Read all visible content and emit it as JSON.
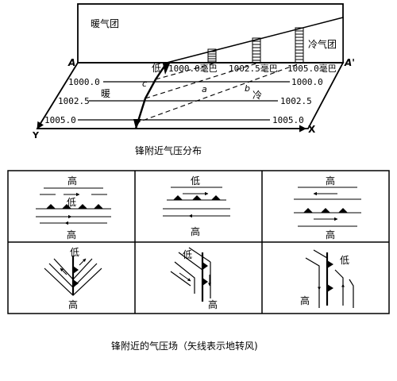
{
  "top_diagram": {
    "warm_air_mass": "暖气团",
    "cold_air_mass": "冷气团",
    "low": "低",
    "warm": "暖",
    "cold": "冷",
    "pressure_top": [
      "1000.0毫巴",
      "1002.5毫巴",
      "1005.0毫巴"
    ],
    "pressure_left": [
      "1000.0",
      "1002.5",
      "1005.0"
    ],
    "pressure_right": [
      "1000.0",
      "1002.5",
      "1005.0"
    ],
    "point_labels": {
      "A": "A",
      "A_prime": "A'",
      "a": "a",
      "b": "b",
      "c": "c",
      "X": "X",
      "Y": "Y"
    },
    "caption": "锋附近气压分布"
  },
  "grid": {
    "high": "高",
    "low": "低"
  },
  "bottom_caption": "锋附近的气压场（矢线表示地转风)"
}
